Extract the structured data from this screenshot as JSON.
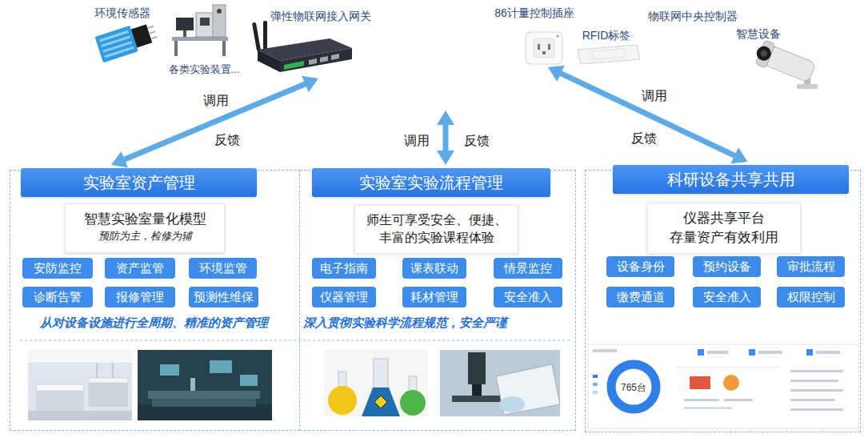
{
  "diagram": {
    "nodes": [
      {
        "text": [
          "环境传感器"
        ]
      },
      {
        "text": [
          "各类实验装置..."
        ]
      },
      {
        "text": [
          "弹性物联网接入网关"
        ]
      },
      {
        "text": [
          "86计量控制插座"
        ]
      },
      {
        "text": [
          "RFID标签"
        ]
      },
      {
        "text": [
          "智慧设备"
        ]
      },
      {
        "text": [
          "实验室资产管理"
        ]
      },
      {
        "text": [
          "智慧实验室量化模型",
          "预防为主，检修为辅"
        ],
        "in": 6
      },
      {
        "text": [
          "安防监控"
        ],
        "in": 6
      },
      {
        "text": [
          "资产监管"
        ],
        "in": 6
      },
      {
        "text": [
          "环境监管"
        ],
        "in": 6
      },
      {
        "text": [
          "诊断告警"
        ],
        "in": 6
      },
      {
        "text": [
          "报修管理"
        ],
        "in": 6
      },
      {
        "text": [
          "预测性维保"
        ],
        "in": 6
      },
      {
        "text": [
          "实验室实验流程管理"
        ]
      },
      {
        "text": [
          "师生可享受安全、便捷、 丰富的实验课程体验"
        ],
        "in": 14
      },
      {
        "text": [
          "电子指南"
        ],
        "in": 14
      },
      {
        "text": [
          "课表联动"
        ],
        "in": 14
      },
      {
        "text": [
          "情景监控"
        ],
        "in": 14
      },
      {
        "text": [
          "仪器管理"
        ],
        "in": 14
      },
      {
        "text": [
          "耗材管理"
        ],
        "in": 14
      },
      {
        "text": [
          "安全准入"
        ],
        "in": 14
      },
      {
        "text": [
          "科研设备共享共用"
        ]
      },
      {
        "text": [
          "仪器共享平台 存量资产有效利用"
        ],
        "in": 22
      },
      {
        "text": [
          "设备身份"
        ],
        "in": 22
      },
      {
        "text": [
          "预约设备"
        ],
        "in": 22
      },
      {
        "text": [
          "审批流程"
        ],
        "in": 22
      },
      {
        "text": [
          "缴费通道"
        ],
        "in": 22
      },
      {
        "text": [
          "安全准入"
        ],
        "in": 22
      },
      {
        "text": [
          "权限控制"
        ],
        "in": 22
      }
    ],
    "edges": [
      {
        "from": 2,
        "to": 6,
        "arrow": "both"
      },
      {
        "from": 3,
        "to": 22,
        "arrow": "both"
      }
    ],
    "labels": [
      "物联网中央控制器",
      "调用",
      "反馈",
      "调用",
      "反馈",
      "调用",
      "反馈",
      "从对设备设施进行全周期、精准的资产管理",
      "深入贯彻实验科学流程规范，安全严谨",
      "765台"
    ]
  }
}
